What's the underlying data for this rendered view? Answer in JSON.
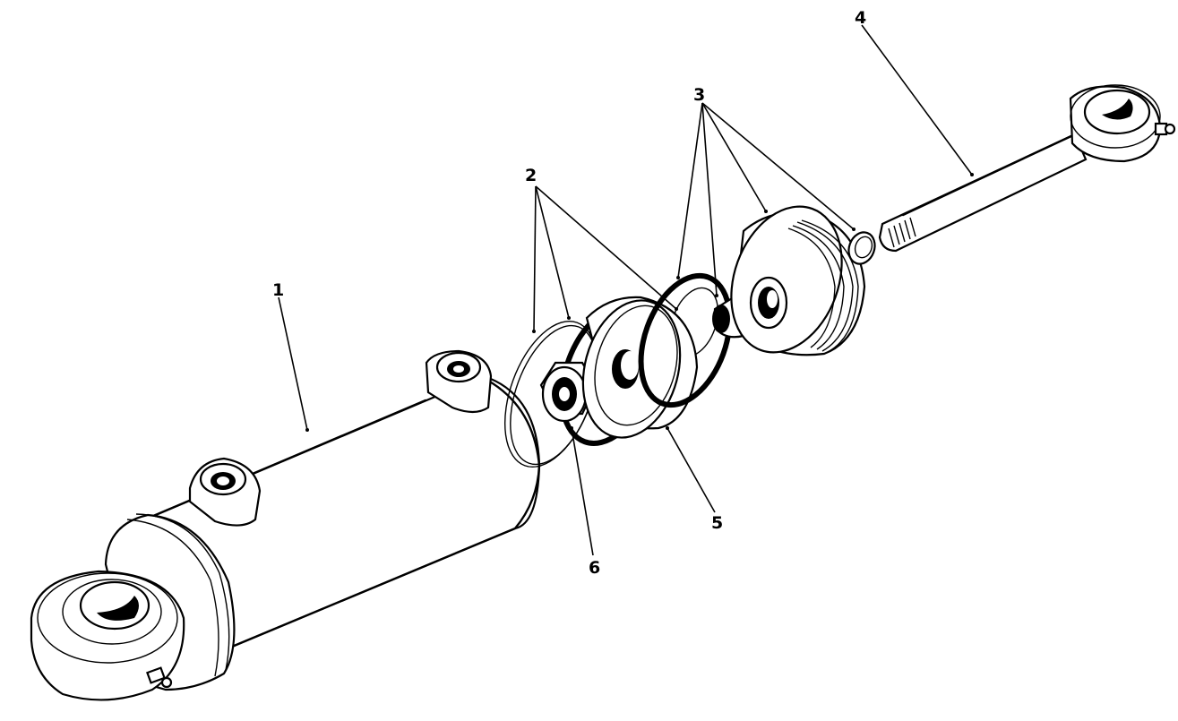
{
  "callouts": [
    "1",
    "2",
    "3",
    "4",
    "5",
    "6"
  ],
  "colors": {
    "ink": "#000000",
    "paper": "#ffffff"
  }
}
